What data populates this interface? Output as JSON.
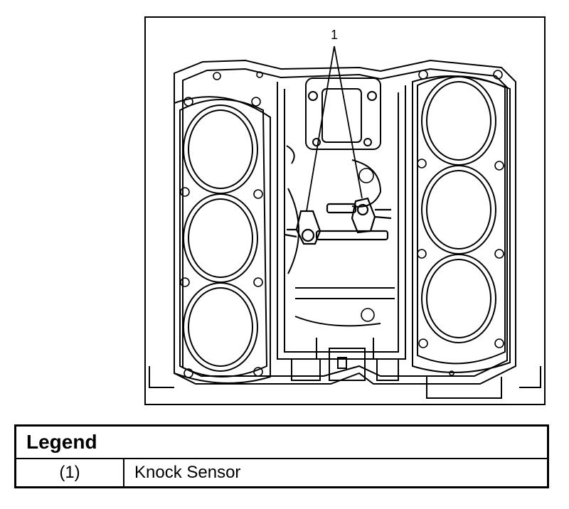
{
  "diagram": {
    "callout": "1"
  },
  "legend": {
    "title": "Legend",
    "rows": [
      {
        "id": "(1)",
        "description": "Knock Sensor"
      }
    ]
  }
}
